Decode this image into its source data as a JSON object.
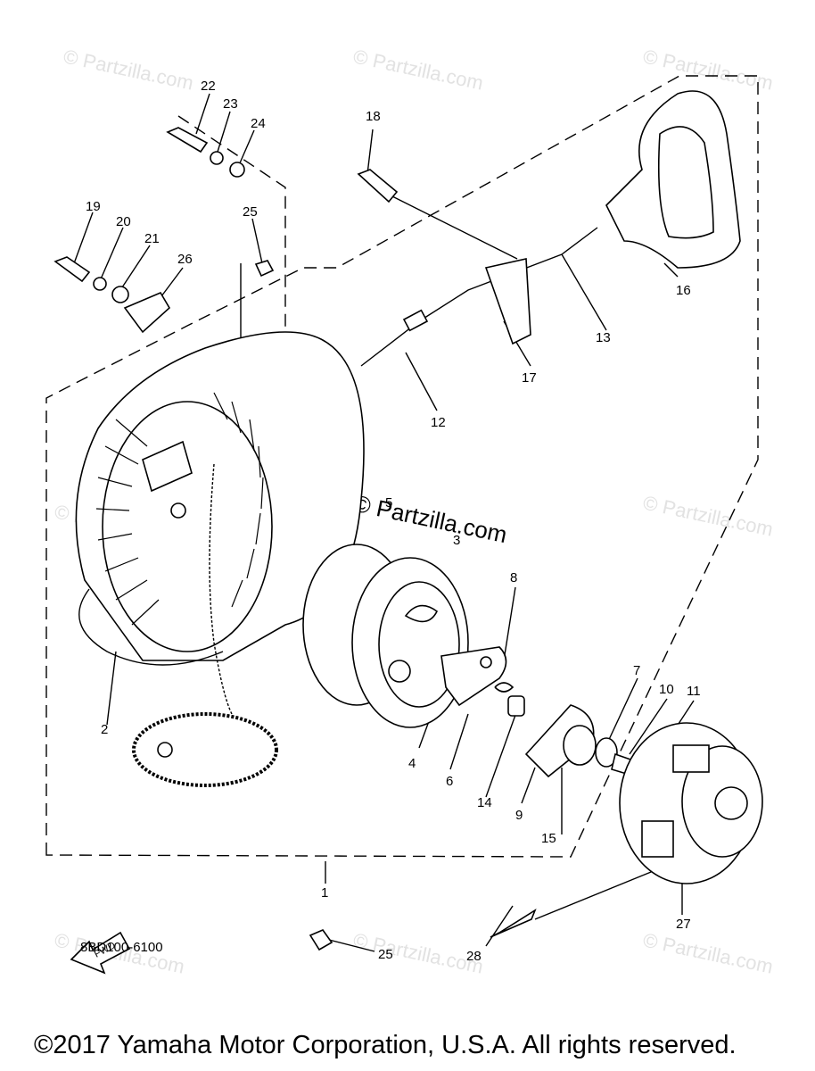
{
  "diagram": {
    "callouts": [
      "1",
      "2",
      "3",
      "4",
      "5",
      "6",
      "7",
      "8",
      "9",
      "10",
      "11",
      "12",
      "13",
      "14",
      "15",
      "16",
      "17",
      "18",
      "19",
      "20",
      "21",
      "22",
      "23",
      "24",
      "25",
      "25",
      "26",
      "27",
      "28"
    ],
    "watermark_text": "© Partzilla.com",
    "fwd_label": "FWD",
    "diagram_code": "8BD100-6100"
  },
  "footer": {
    "copyright": "©2017 Yamaha Motor Corporation, U.S.A. All rights reserved."
  }
}
